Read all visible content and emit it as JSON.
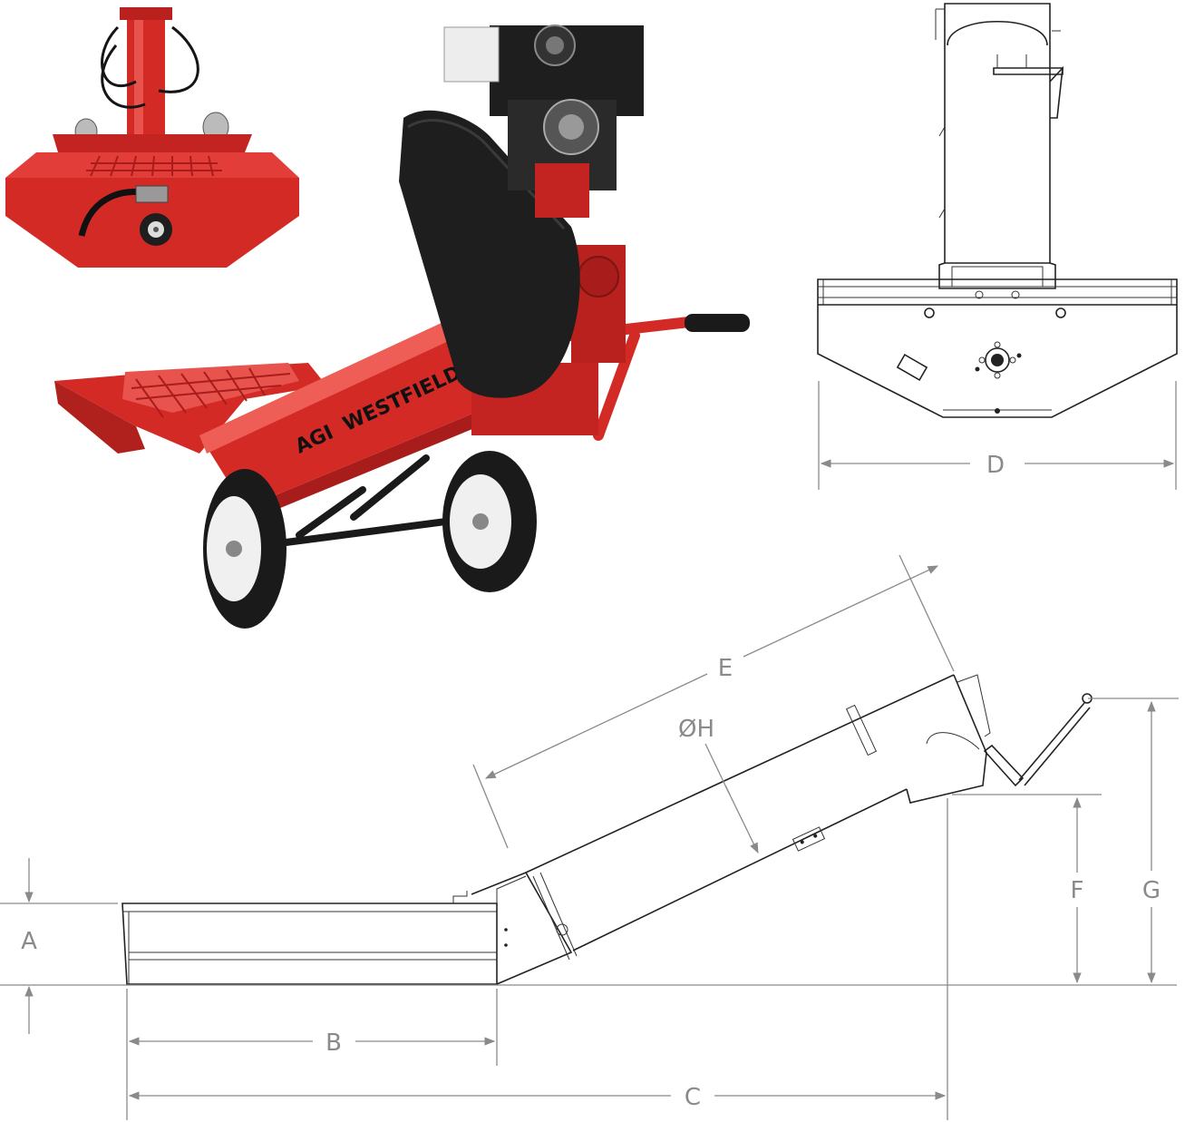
{
  "branding": {
    "brand_left": "AGI",
    "brand_right": "WESTFIELD"
  },
  "dimensions": {
    "a": "A",
    "b": "B",
    "c": "C",
    "d": "D",
    "e": "E",
    "f": "F",
    "g": "G",
    "h": "ØH"
  },
  "colors": {
    "machine_red": "#d42a26",
    "machine_dark_red": "#a81d1b",
    "engine_black": "#1e1e1e",
    "dimension_gray": "#8a8a8a"
  }
}
